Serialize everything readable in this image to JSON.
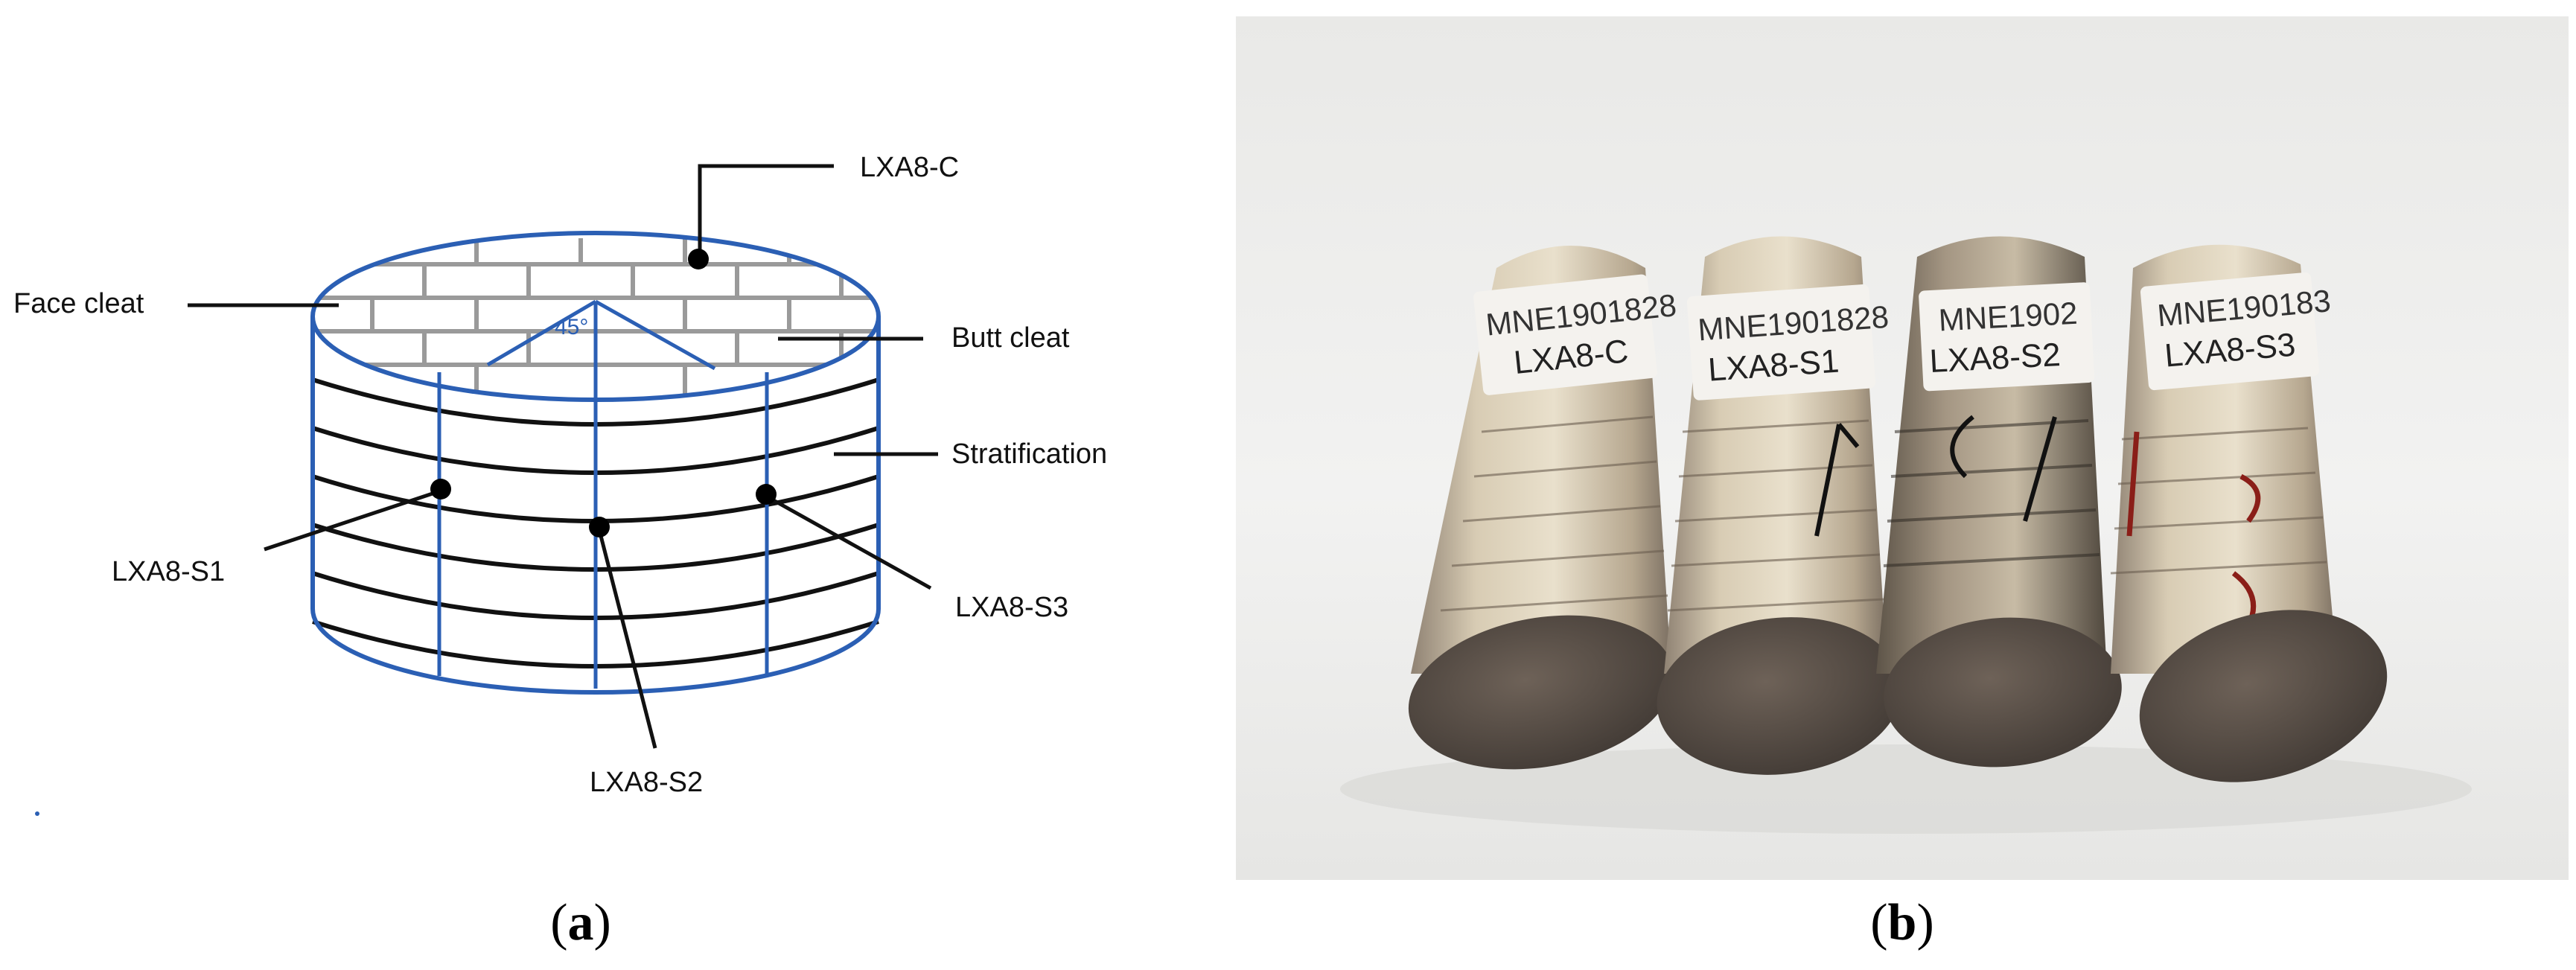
{
  "diagram": {
    "labels": {
      "core_center": "LXA8-C",
      "face_cleat": "Face cleat",
      "butt_cleat": "Butt cleat",
      "stratification": "Stratification",
      "side_1": "LXA8-S1",
      "side_2": "LXA8-S2",
      "side_3": "LXA8-S3",
      "angle": "45°"
    },
    "colors": {
      "outline": "#2b5fb4",
      "cleat": "#9a9a9a",
      "strata": "#111111"
    }
  },
  "photo": {
    "samples": [
      {
        "id_text": "MNE1901828",
        "name": "LXA8-C"
      },
      {
        "id_text": "MNE1901828",
        "name": "LXA8-S1"
      },
      {
        "id_text": "MNE1902",
        "name": "LXA8-S2"
      },
      {
        "id_text": "MNE190183",
        "name": "LXA8-S3"
      }
    ]
  },
  "captions": {
    "a": {
      "open": "(",
      "letter": "a",
      "close": ")"
    },
    "b": {
      "open": "(",
      "letter": "b",
      "close": ")"
    }
  }
}
